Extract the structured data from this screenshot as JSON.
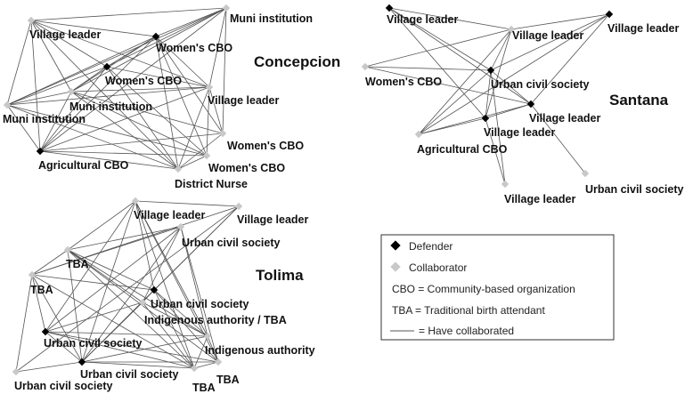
{
  "colors": {
    "defender": "#000000",
    "collaborator": "#c8c8c8",
    "edge": "#555555",
    "legend_border": "#333333"
  },
  "networks": [
    {
      "title": "Concepcion",
      "nodes": [
        {
          "id": "c1",
          "label": "Village leader",
          "role": "collaborator"
        },
        {
          "id": "c2",
          "label": "Muni institution",
          "role": "collaborator"
        },
        {
          "id": "c3",
          "label": "Women's CBO",
          "role": "defender"
        },
        {
          "id": "c4",
          "label": "Women's CBO",
          "role": "defender"
        },
        {
          "id": "c5",
          "label": "Muni institution",
          "role": "collaborator"
        },
        {
          "id": "c6",
          "label": "Muni institution",
          "role": "collaborator"
        },
        {
          "id": "c7",
          "label": "Village leader",
          "role": "collaborator"
        },
        {
          "id": "c8",
          "label": "Women's CBO",
          "role": "collaborator"
        },
        {
          "id": "c9",
          "label": "Agricultural CBO",
          "role": "defender"
        },
        {
          "id": "c10",
          "label": "Women's CBO",
          "role": "collaborator"
        },
        {
          "id": "c11",
          "label": "District Nurse",
          "role": "collaborator"
        }
      ],
      "edges": [
        [
          "c1",
          "c2"
        ],
        [
          "c1",
          "c3"
        ],
        [
          "c1",
          "c4"
        ],
        [
          "c1",
          "c5"
        ],
        [
          "c1",
          "c6"
        ],
        [
          "c1",
          "c9"
        ],
        [
          "c1",
          "c11"
        ],
        [
          "c1",
          "c7"
        ],
        [
          "c2",
          "c3"
        ],
        [
          "c2",
          "c4"
        ],
        [
          "c2",
          "c7"
        ],
        [
          "c2",
          "c6"
        ],
        [
          "c2",
          "c8"
        ],
        [
          "c2",
          "c9"
        ],
        [
          "c2",
          "c5"
        ],
        [
          "c3",
          "c4"
        ],
        [
          "c3",
          "c5"
        ],
        [
          "c3",
          "c6"
        ],
        [
          "c3",
          "c7"
        ],
        [
          "c3",
          "c8"
        ],
        [
          "c3",
          "c9"
        ],
        [
          "c3",
          "c10"
        ],
        [
          "c3",
          "c11"
        ],
        [
          "c4",
          "c5"
        ],
        [
          "c4",
          "c6"
        ],
        [
          "c4",
          "c7"
        ],
        [
          "c4",
          "c9"
        ],
        [
          "c4",
          "c10"
        ],
        [
          "c4",
          "c11"
        ],
        [
          "c5",
          "c6"
        ],
        [
          "c5",
          "c7"
        ],
        [
          "c5",
          "c8"
        ],
        [
          "c5",
          "c9"
        ],
        [
          "c5",
          "c10"
        ],
        [
          "c5",
          "c11"
        ],
        [
          "c6",
          "c9"
        ],
        [
          "c6",
          "c10"
        ],
        [
          "c6",
          "c11"
        ],
        [
          "c6",
          "c7"
        ],
        [
          "c7",
          "c8"
        ],
        [
          "c7",
          "c9"
        ],
        [
          "c7",
          "c10"
        ],
        [
          "c7",
          "c11"
        ],
        [
          "c8",
          "c9"
        ],
        [
          "c8",
          "c11"
        ],
        [
          "c9",
          "c10"
        ],
        [
          "c9",
          "c11"
        ],
        [
          "c10",
          "c11"
        ]
      ]
    },
    {
      "title": "Santana",
      "nodes": [
        {
          "id": "s1",
          "label": "Village leader",
          "role": "defender"
        },
        {
          "id": "s2",
          "label": "Village leader",
          "role": "collaborator"
        },
        {
          "id": "s3",
          "label": "Village leader",
          "role": "defender"
        },
        {
          "id": "s4",
          "label": "Women's CBO",
          "role": "collaborator"
        },
        {
          "id": "s5",
          "label": "Urban civil society",
          "role": "defender"
        },
        {
          "id": "s6",
          "label": "Village leader",
          "role": "defender"
        },
        {
          "id": "s7",
          "label": "Village leader",
          "role": "defender"
        },
        {
          "id": "s8",
          "label": "Agricultural CBO",
          "role": "collaborator"
        },
        {
          "id": "s9",
          "label": "Urban civil society",
          "role": "collaborator"
        },
        {
          "id": "s10",
          "label": "Village leader",
          "role": "collaborator"
        }
      ],
      "edges": [
        [
          "s1",
          "s2"
        ],
        [
          "s1",
          "s5"
        ],
        [
          "s1",
          "s6"
        ],
        [
          "s1",
          "s7"
        ],
        [
          "s2",
          "s3"
        ],
        [
          "s2",
          "s4"
        ],
        [
          "s2",
          "s5"
        ],
        [
          "s2",
          "s7"
        ],
        [
          "s2",
          "s8"
        ],
        [
          "s3",
          "s5"
        ],
        [
          "s3",
          "s6"
        ],
        [
          "s3",
          "s8"
        ],
        [
          "s4",
          "s5"
        ],
        [
          "s4",
          "s6"
        ],
        [
          "s5",
          "s6"
        ],
        [
          "s5",
          "s7"
        ],
        [
          "s5",
          "s8"
        ],
        [
          "s5",
          "s10"
        ],
        [
          "s6",
          "s7"
        ],
        [
          "s6",
          "s9"
        ],
        [
          "s6",
          "s8"
        ],
        [
          "s7",
          "s8"
        ],
        [
          "s7",
          "s10"
        ]
      ]
    },
    {
      "title": "Tolima",
      "nodes": [
        {
          "id": "t1",
          "label": "Village leader",
          "role": "collaborator"
        },
        {
          "id": "t2",
          "label": "Village leader",
          "role": "collaborator"
        },
        {
          "id": "t3",
          "label": "Urban civil society",
          "role": "collaborator"
        },
        {
          "id": "t4",
          "label": "TBA",
          "role": "collaborator"
        },
        {
          "id": "t5",
          "label": "TBA",
          "role": "collaborator"
        },
        {
          "id": "t6",
          "label": "Urban civil society",
          "role": "defender"
        },
        {
          "id": "t7",
          "label": "Indigenous authority / TBA",
          "role": "collaborator"
        },
        {
          "id": "t8",
          "label": "Urban civil society",
          "role": "defender"
        },
        {
          "id": "t9",
          "label": "Indigenous authority",
          "role": "collaborator"
        },
        {
          "id": "t10",
          "label": "Urban civil society",
          "role": "defender"
        },
        {
          "id": "t11",
          "label": "Urban civil society",
          "role": "collaborator"
        },
        {
          "id": "t12",
          "label": "TBA",
          "role": "collaborator"
        },
        {
          "id": "t13",
          "label": "TBA",
          "role": "collaborator"
        }
      ],
      "edges": [
        [
          "t1",
          "t2"
        ],
        [
          "t1",
          "t4"
        ],
        [
          "t1",
          "t6"
        ],
        [
          "t1",
          "t8"
        ],
        [
          "t1",
          "t10"
        ],
        [
          "t1",
          "t12"
        ],
        [
          "t1",
          "t13"
        ],
        [
          "t1",
          "t9"
        ],
        [
          "t2",
          "t5"
        ],
        [
          "t2",
          "t6"
        ],
        [
          "t2",
          "t10"
        ],
        [
          "t2",
          "t11"
        ],
        [
          "t3",
          "t4"
        ],
        [
          "t3",
          "t5"
        ],
        [
          "t3",
          "t7"
        ],
        [
          "t3",
          "t8"
        ],
        [
          "t3",
          "t10"
        ],
        [
          "t3",
          "t9"
        ],
        [
          "t3",
          "t13"
        ],
        [
          "t4",
          "t5"
        ],
        [
          "t4",
          "t6"
        ],
        [
          "t4",
          "t7"
        ],
        [
          "t4",
          "t9"
        ],
        [
          "t4",
          "t10"
        ],
        [
          "t4",
          "t12"
        ],
        [
          "t4",
          "t13"
        ],
        [
          "t5",
          "t6"
        ],
        [
          "t5",
          "t8"
        ],
        [
          "t5",
          "t10"
        ],
        [
          "t5",
          "t12"
        ],
        [
          "t5",
          "t11"
        ],
        [
          "t6",
          "t7"
        ],
        [
          "t6",
          "t9"
        ],
        [
          "t6",
          "t12"
        ],
        [
          "t6",
          "t10"
        ],
        [
          "t6",
          "t13"
        ],
        [
          "t7",
          "t8"
        ],
        [
          "t7",
          "t9"
        ],
        [
          "t7",
          "t10"
        ],
        [
          "t7",
          "t12"
        ],
        [
          "t8",
          "t9"
        ],
        [
          "t8",
          "t10"
        ],
        [
          "t8",
          "t12"
        ],
        [
          "t8",
          "t13"
        ],
        [
          "t9",
          "t10"
        ],
        [
          "t9",
          "t12"
        ],
        [
          "t9",
          "t13"
        ],
        [
          "t10",
          "t12"
        ],
        [
          "t10",
          "t13"
        ],
        [
          "t11",
          "t10"
        ],
        [
          "t12",
          "t13"
        ]
      ]
    }
  ],
  "legend": {
    "defender": "Defender",
    "collaborator": "Collaborator",
    "cbo": "CBO = Community-based organization",
    "tba": "TBA = Traditional birth attendant",
    "edge": "= Have collaborated"
  }
}
